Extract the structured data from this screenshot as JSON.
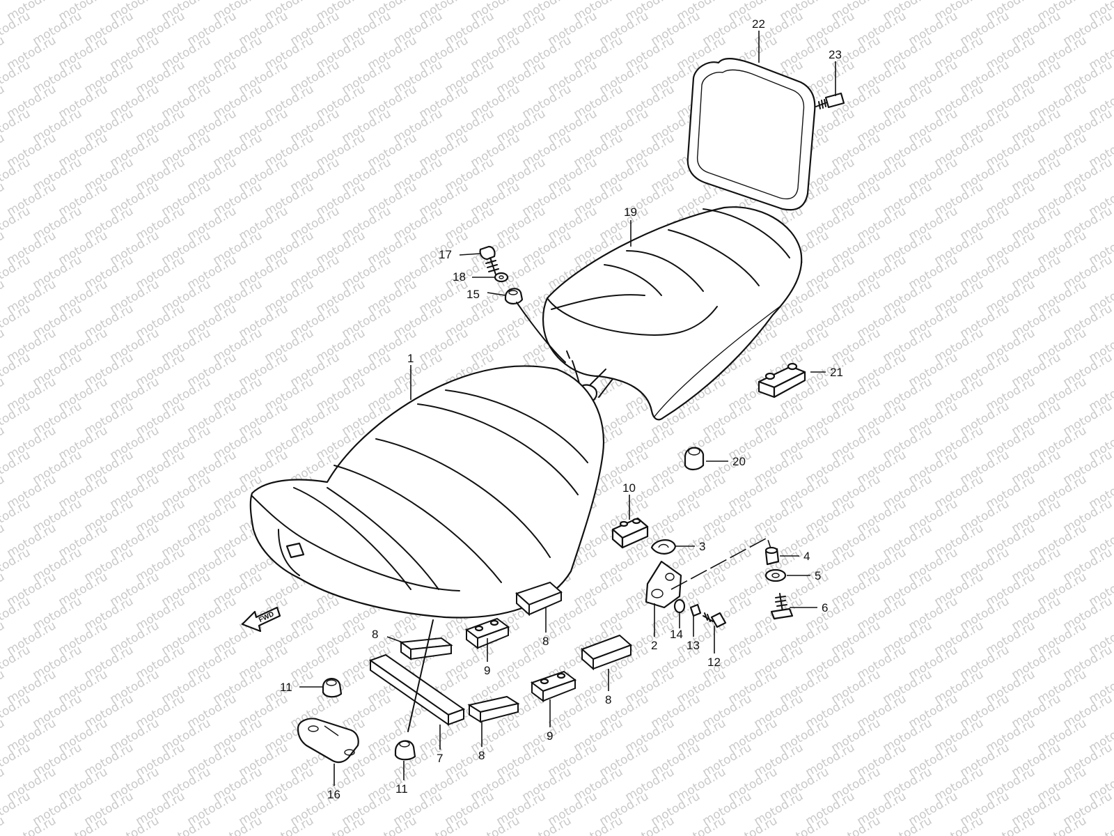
{
  "watermark": {
    "text": "motod.ru",
    "color": "#c9c9c9"
  },
  "fwd_marker": {
    "label": "FWD"
  },
  "callouts": {
    "c1": "1",
    "c2": "2",
    "c3": "3",
    "c4": "4",
    "c5": "5",
    "c6": "6",
    "c7": "7",
    "c8a": "8",
    "c8b": "8",
    "c8c": "8",
    "c8d": "8",
    "c9a": "9",
    "c9b": "9",
    "c10": "10",
    "c11a": "11",
    "c11b": "11",
    "c12": "12",
    "c13": "13",
    "c14": "14",
    "c15": "15",
    "c16": "16",
    "c17": "17",
    "c18": "18",
    "c19": "19",
    "c20": "20",
    "c21": "21",
    "c22": "22",
    "c23": "23"
  },
  "icons": [
    "seat-icon",
    "backrest-icon",
    "bolt-icon",
    "nut-icon",
    "washer-icon",
    "bracket-icon",
    "cushion-pad-icon",
    "fwd-arrow-icon"
  ]
}
